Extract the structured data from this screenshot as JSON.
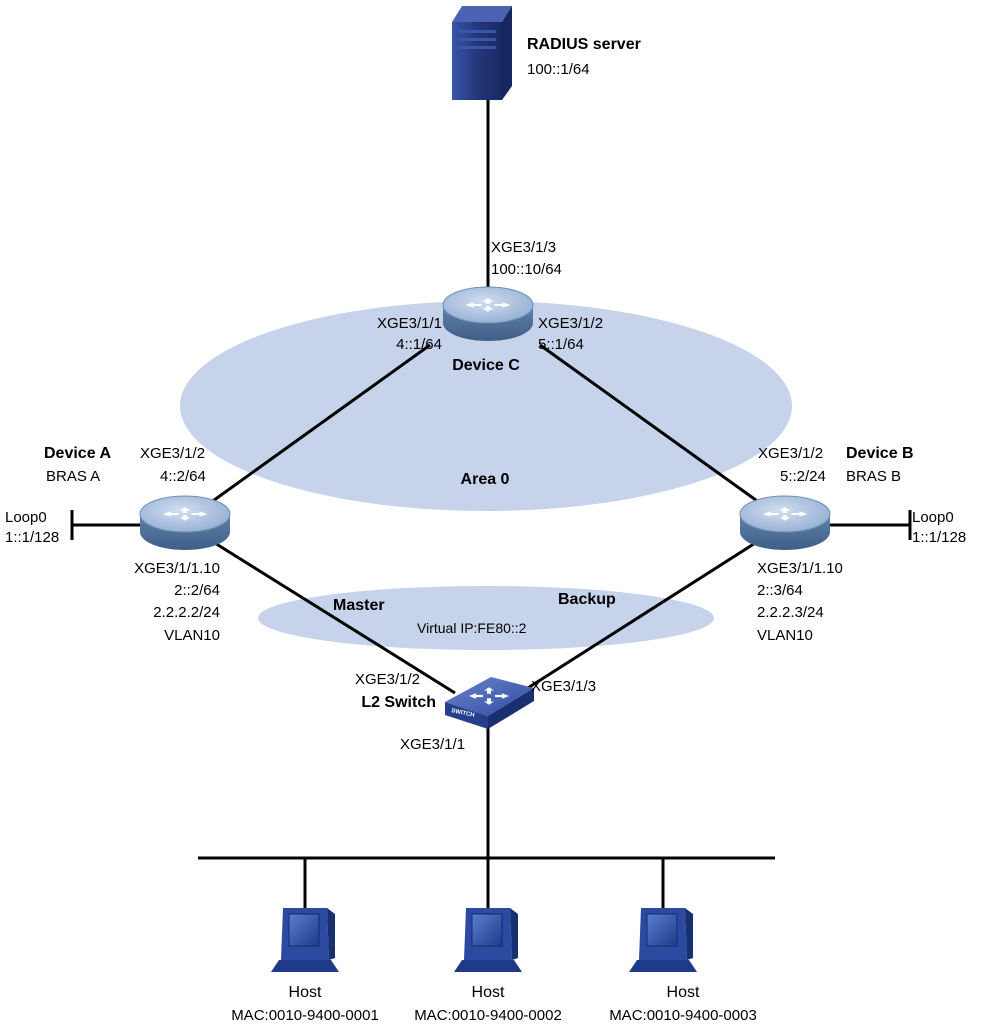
{
  "radius": {
    "name": "RADIUS server",
    "ip": "100::1/64"
  },
  "device_c": {
    "name": "Device C",
    "up_port": "XGE3/1/3",
    "up_ip": "100::10/64",
    "left_port": "XGE3/1/1",
    "left_ip": "4::1/64",
    "right_port": "XGE3/1/2",
    "right_ip": "5::1/64"
  },
  "area": "Area 0",
  "device_a": {
    "name": "Device A",
    "role": "BRAS A",
    "up_port": "XGE3/1/2",
    "up_ip": "4::2/64",
    "loop_name": "Loop0",
    "loop_ip": "1::1/128",
    "down_port": "XGE3/1/1.10",
    "down_ip6": "2::2/64",
    "down_ip4": "2.2.2.2/24",
    "vlan": "VLAN10"
  },
  "device_b": {
    "name": "Device B",
    "role": "BRAS B",
    "up_port": "XGE3/1/2",
    "up_ip": "5::2/24",
    "loop_name": "Loop0",
    "loop_ip": "1::1/128",
    "down_port": "XGE3/1/1.10",
    "down_ip6": "2::3/64",
    "down_ip4": "2.2.2.3/24",
    "vlan": "VLAN10"
  },
  "vrrp": {
    "master": "Master",
    "backup": "Backup",
    "virtual_ip": "Virtual IP:FE80::2"
  },
  "switch": {
    "name": "L2 Switch",
    "badge": "SWITCH",
    "left_port": "XGE3/1/2",
    "right_port": "XGE3/1/3",
    "down_port": "XGE3/1/1"
  },
  "hosts": [
    {
      "name": "Host",
      "mac": "MAC:0010-9400-0001"
    },
    {
      "name": "Host",
      "mac": "MAC:0010-9400-0002"
    },
    {
      "name": "Host",
      "mac": "MAC:0010-9400-0003"
    }
  ],
  "colors": {
    "area_fill": "#c7d3ea",
    "router_body": "#6e8fb2",
    "router_top": "#a9bfd9",
    "server": "#2a3f7e",
    "line": "#000000"
  }
}
